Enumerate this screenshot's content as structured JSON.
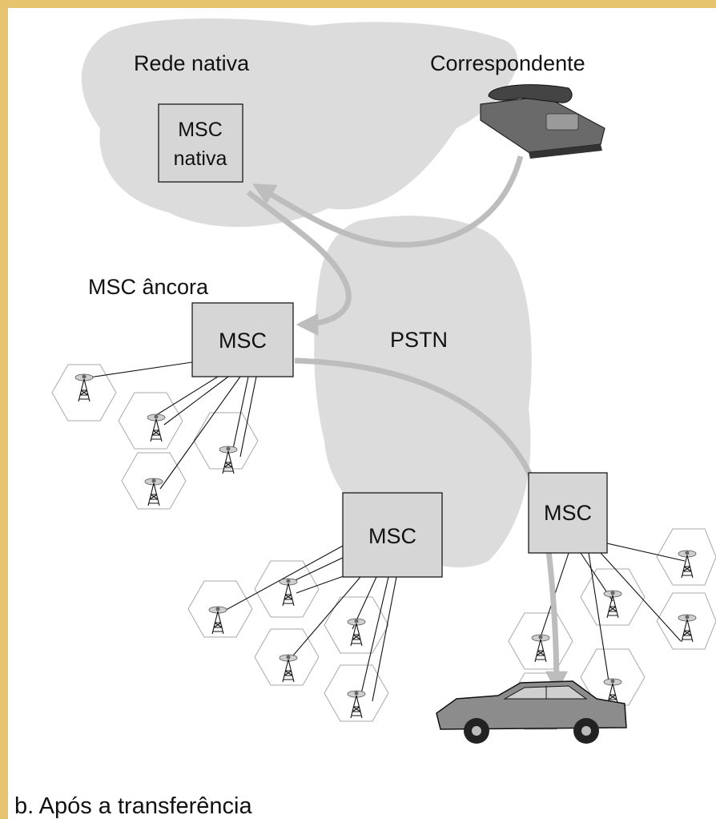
{
  "diagram": {
    "labels": {
      "home_network": "Rede nativa",
      "correspondent": "Correspondente",
      "home_msc_line1": "MSC",
      "home_msc_line2": "nativa",
      "anchor_msc": "MSC âncora",
      "pstn": "PSTN",
      "msc": "MSC"
    },
    "caption": "b.  Após a transferência",
    "colors": {
      "frame": "#e6c36e",
      "cloud": "#dcdcdc",
      "msc_box": "#d6d6d6",
      "arrow": "#bdbdbd",
      "cell_border": "#a8a8a8"
    },
    "icons": [
      "telephone-icon",
      "cell-tower-icon",
      "car-icon"
    ]
  }
}
